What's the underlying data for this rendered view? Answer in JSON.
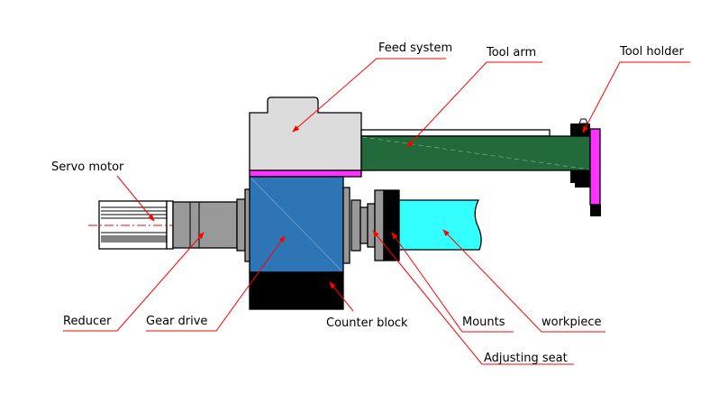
{
  "labels": {
    "feed_system": "Feed system",
    "tool_arm": "Tool arm",
    "tool_holder": "Tool holder",
    "servo_motor": "Servo motor",
    "reducer": "Reducer",
    "gear_drive": "Gear drive",
    "counter_block": "Counter block",
    "mounts": "Mounts",
    "workpiece": "workpiece",
    "adjusting_seat": "Adjusting seat"
  },
  "colors": {
    "leader": "#ff0000",
    "feed_system": "#dcdcdc",
    "spacer": "#ff33ff",
    "tool_arm": "#236a3a",
    "gear_drive": "#2e75b6",
    "counter_block": "#000000",
    "reducer": "#999999",
    "workpiece": "#33ffff"
  }
}
